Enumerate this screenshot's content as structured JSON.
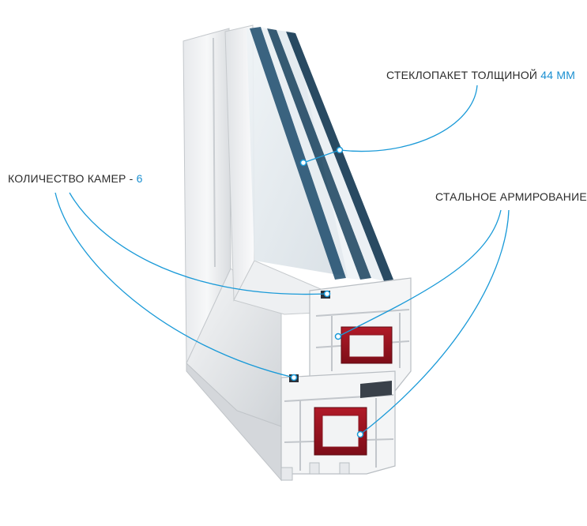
{
  "labels": {
    "glass_unit": {
      "text": "СТЕКЛОПАКЕТ ТОЛЩИНОЙ",
      "value": "44 ММ"
    },
    "chambers": {
      "text": "КОЛИЧЕСТВО КАМЕР -",
      "value": "6"
    },
    "steel": {
      "text": "СТАЛЬНОЕ АРМИРОВАНИЕ"
    }
  },
  "colors": {
    "accent": "#1a8fd1",
    "label_text": "#2b2b2b",
    "profile_white": "#f1f2f3",
    "profile_shadow": "#c9ccd0",
    "glass_edge": "#0f3350",
    "reinforcement_red": "#9a1220",
    "callout_line": "#1a9ad8"
  }
}
